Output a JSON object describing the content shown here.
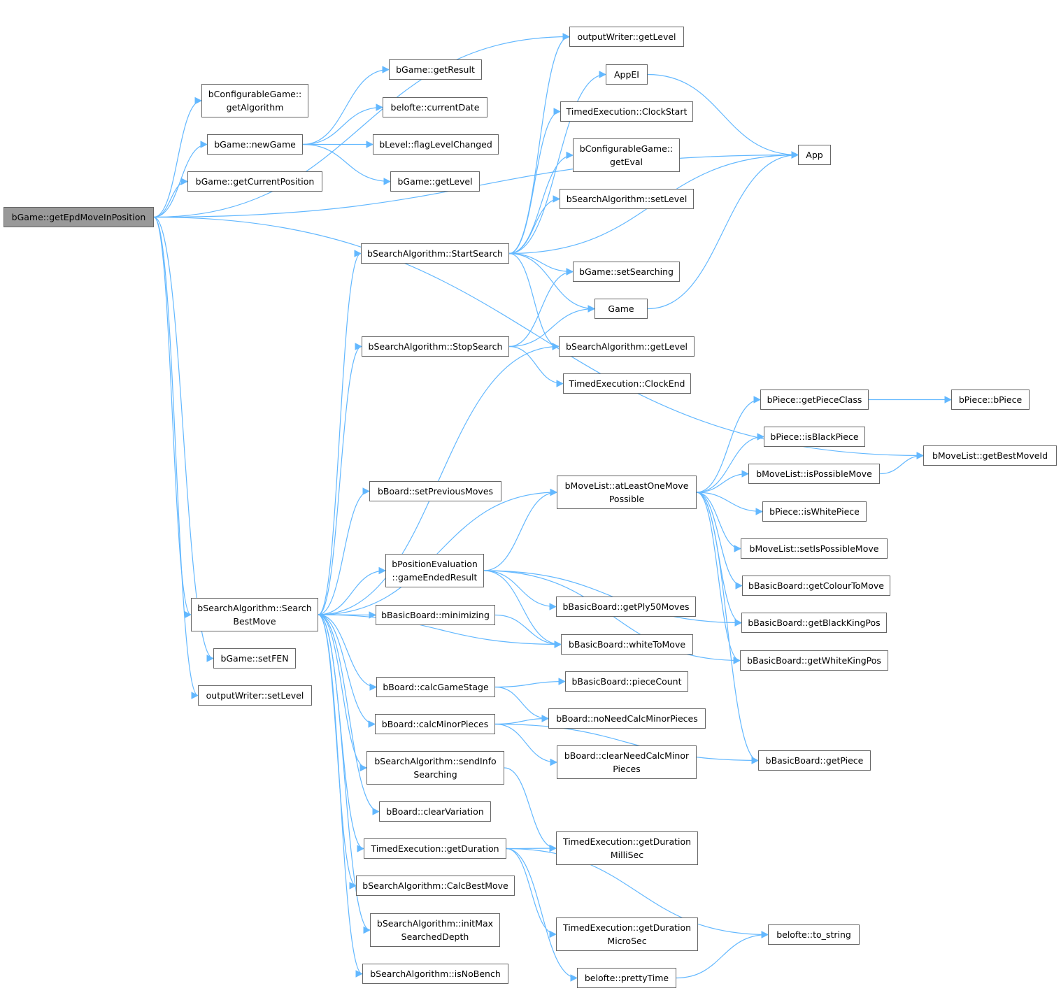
{
  "graph": {
    "edge_color": "#63b8ff",
    "root_fill": "#999999",
    "nodes": [
      "bGame::getEpdMoveInPosition",
      "bConfigurableGame::\ngetAlgorithm",
      "bGame::newGame",
      "bGame::getCurrentPosition",
      "bGame::getResult",
      "belofte::currentDate",
      "bLevel::flagLevelChanged",
      "bGame::getLevel",
      "outputWriter::getLevel",
      "AppEI",
      "TimedExecution::ClockStart",
      "bConfigurableGame::\ngetEval",
      "bSearchAlgorithm::setLevel",
      "App",
      "bSearchAlgorithm::StartSearch",
      "bGame::setSearching",
      "Game",
      "bSearchAlgorithm::StopSearch",
      "bSearchAlgorithm::getLevel",
      "TimedExecution::ClockEnd",
      "bPiece::getPieceClass",
      "bPiece::bPiece",
      "bPiece::isBlackPiece",
      "bMoveList::getBestMoveId",
      "bMoveList::isPossibleMove",
      "bMoveList::atLeastOneMove\nPossible",
      "bPiece::isWhitePiece",
      "bMoveList::setIsPossibleMove",
      "bBasicBoard::getColourToMove",
      "bBasicBoard::getBlackKingPos",
      "bBasicBoard::getWhiteKingPos",
      "bBoard::setPreviousMoves",
      "bPositionEvaluation\n::gameEndedResult",
      "bBasicBoard::getPly50Moves",
      "bBasicBoard::whiteToMove",
      "bSearchAlgorithm::Search\nBestMove",
      "bBasicBoard::minimizing",
      "bGame::setFEN",
      "outputWriter::setLevel",
      "bBoard::calcGameStage",
      "bBasicBoard::pieceCount",
      "bBoard::noNeedCalcMinorPieces",
      "bBoard::calcMinorPieces",
      "bBoard::clearNeedCalcMinor\nPieces",
      "bBasicBoard::getPiece",
      "bSearchAlgorithm::sendInfo\nSearching",
      "bBoard::clearVariation",
      "TimedExecution::getDuration",
      "TimedExecution::getDuration\nMilliSec",
      "bSearchAlgorithm::CalcBestMove",
      "bSearchAlgorithm::initMax\nSearchedDepth",
      "TimedExecution::getDuration\nMicroSec",
      "belofte::to_string",
      "bSearchAlgorithm::isNoBench",
      "belofte::prettyTime"
    ],
    "edges": [
      [
        0,
        13
      ],
      [
        0,
        1
      ],
      [
        0,
        2
      ],
      [
        0,
        3
      ],
      [
        0,
        8
      ],
      [
        0,
        23
      ],
      [
        0,
        35
      ],
      [
        0,
        37
      ],
      [
        0,
        38
      ],
      [
        2,
        4
      ],
      [
        2,
        5
      ],
      [
        2,
        6
      ],
      [
        2,
        7
      ],
      [
        14,
        8
      ],
      [
        14,
        9
      ],
      [
        14,
        10
      ],
      [
        14,
        11
      ],
      [
        14,
        12
      ],
      [
        14,
        13
      ],
      [
        14,
        15
      ],
      [
        14,
        16
      ],
      [
        14,
        18
      ],
      [
        17,
        15
      ],
      [
        17,
        16
      ],
      [
        17,
        19
      ],
      [
        16,
        13
      ],
      [
        9,
        13
      ],
      [
        35,
        14
      ],
      [
        35,
        17
      ],
      [
        35,
        18
      ],
      [
        35,
        31
      ],
      [
        35,
        25
      ],
      [
        35,
        32
      ],
      [
        35,
        36
      ],
      [
        35,
        34
      ],
      [
        35,
        39
      ],
      [
        35,
        42
      ],
      [
        35,
        45
      ],
      [
        35,
        46
      ],
      [
        35,
        47
      ],
      [
        35,
        49
      ],
      [
        35,
        50
      ],
      [
        35,
        53
      ],
      [
        25,
        20
      ],
      [
        25,
        22
      ],
      [
        25,
        24
      ],
      [
        25,
        26
      ],
      [
        25,
        27
      ],
      [
        25,
        28
      ],
      [
        25,
        29
      ],
      [
        25,
        30
      ],
      [
        25,
        44
      ],
      [
        20,
        21
      ],
      [
        24,
        23
      ],
      [
        32,
        25
      ],
      [
        32,
        33
      ],
      [
        32,
        34
      ],
      [
        32,
        29
      ],
      [
        32,
        30
      ],
      [
        36,
        34
      ],
      [
        39,
        40
      ],
      [
        39,
        41
      ],
      [
        42,
        41
      ],
      [
        42,
        43
      ],
      [
        42,
        44
      ],
      [
        45,
        48
      ],
      [
        47,
        48
      ],
      [
        47,
        51
      ],
      [
        47,
        52
      ],
      [
        47,
        54
      ],
      [
        54,
        52
      ]
    ]
  }
}
